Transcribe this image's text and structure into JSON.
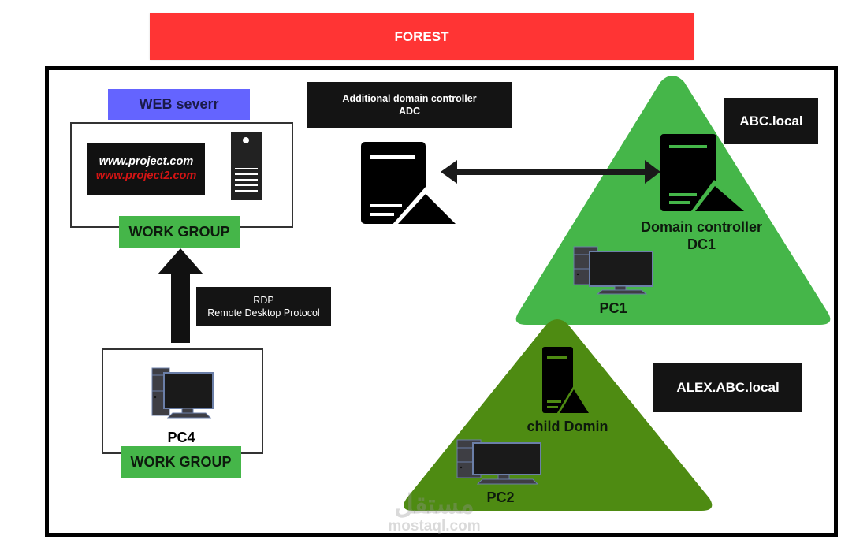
{
  "forest": {
    "label": "FOREST",
    "color": "#ff3434"
  },
  "web_server": {
    "label": "WEB severr",
    "urls": [
      "www.project.com",
      "www.project2.com"
    ],
    "workgroup_label": "WORK GROUP"
  },
  "rdp": {
    "line1": "RDP",
    "line2": "Remote Desktop Protocol"
  },
  "pc4": {
    "label": "PC4",
    "workgroup_label": "WORK GROUP"
  },
  "adc": {
    "line1": "Additional domain controller",
    "line2": "ADC"
  },
  "root_domain": {
    "name": "ABC.local",
    "dc_line1": "Domain controller",
    "dc_line2": "DC1",
    "pc_label": "PC1",
    "color": "#45b649"
  },
  "child_domain": {
    "name": "ALEX.ABC.local",
    "dc_label": "child Domin",
    "pc_label": "PC2",
    "color": "#4e8b12"
  },
  "watermark": {
    "arabic": "مستقل",
    "latin": "mostaql.com"
  }
}
